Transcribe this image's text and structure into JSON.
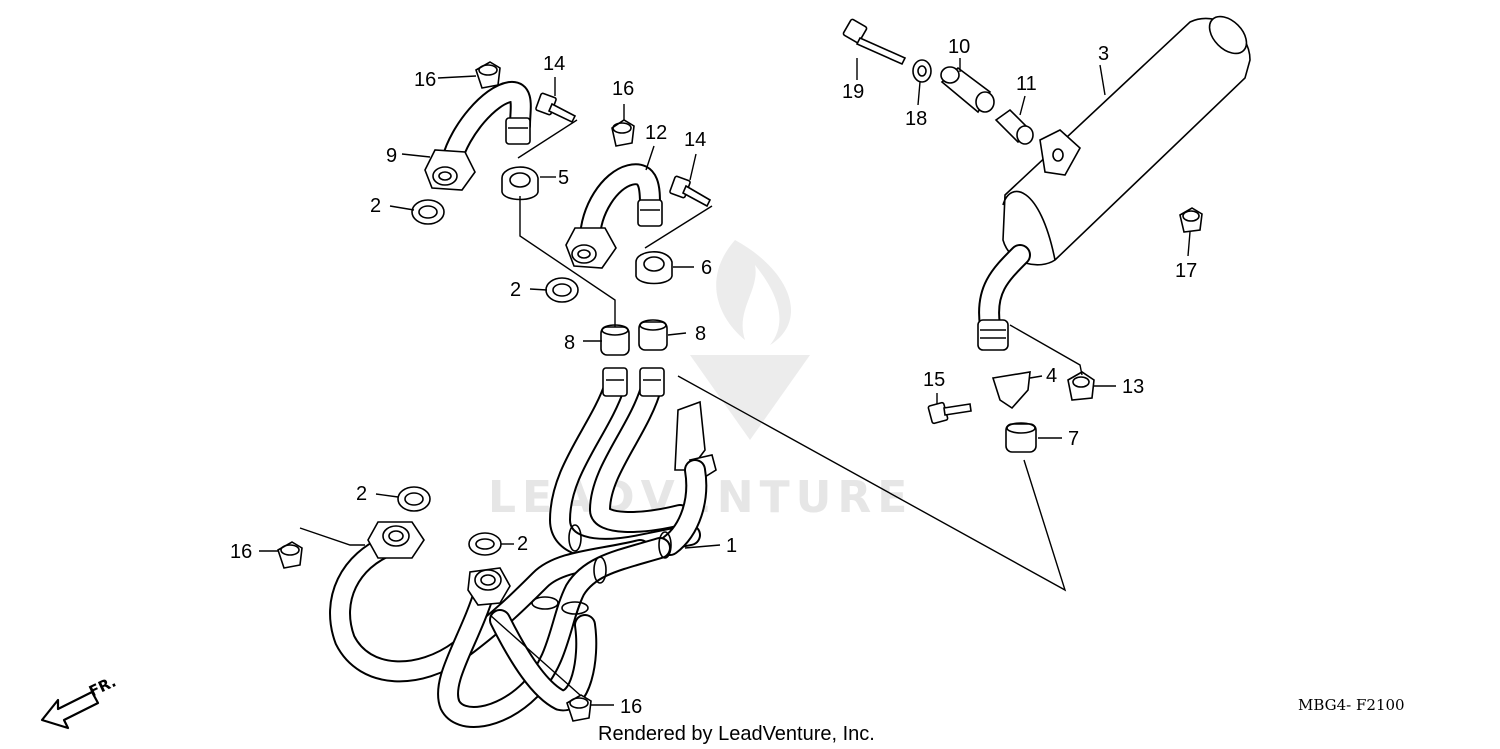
{
  "diagram": {
    "code": "MBG4- F2100",
    "credit": "Rendered by LeadVenture, Inc.",
    "watermark": "LEADVENTURE",
    "front_label": "FR.",
    "callouts": {
      "c16a": "16",
      "c14a": "14",
      "c9": "9",
      "c5": "5",
      "c2a": "2",
      "c16b": "16",
      "c12": "12",
      "c14b": "14",
      "c6": "6",
      "c2b": "2",
      "c8a": "8",
      "c8b": "8",
      "c2c": "2",
      "c16c": "16",
      "c2d": "2",
      "c1": "1",
      "c16d": "16",
      "c19": "19",
      "c10": "10",
      "c18": "18",
      "c11": "11",
      "c3": "3",
      "c17": "17",
      "c15": "15",
      "c4": "4",
      "c13": "13",
      "c7": "7"
    }
  }
}
